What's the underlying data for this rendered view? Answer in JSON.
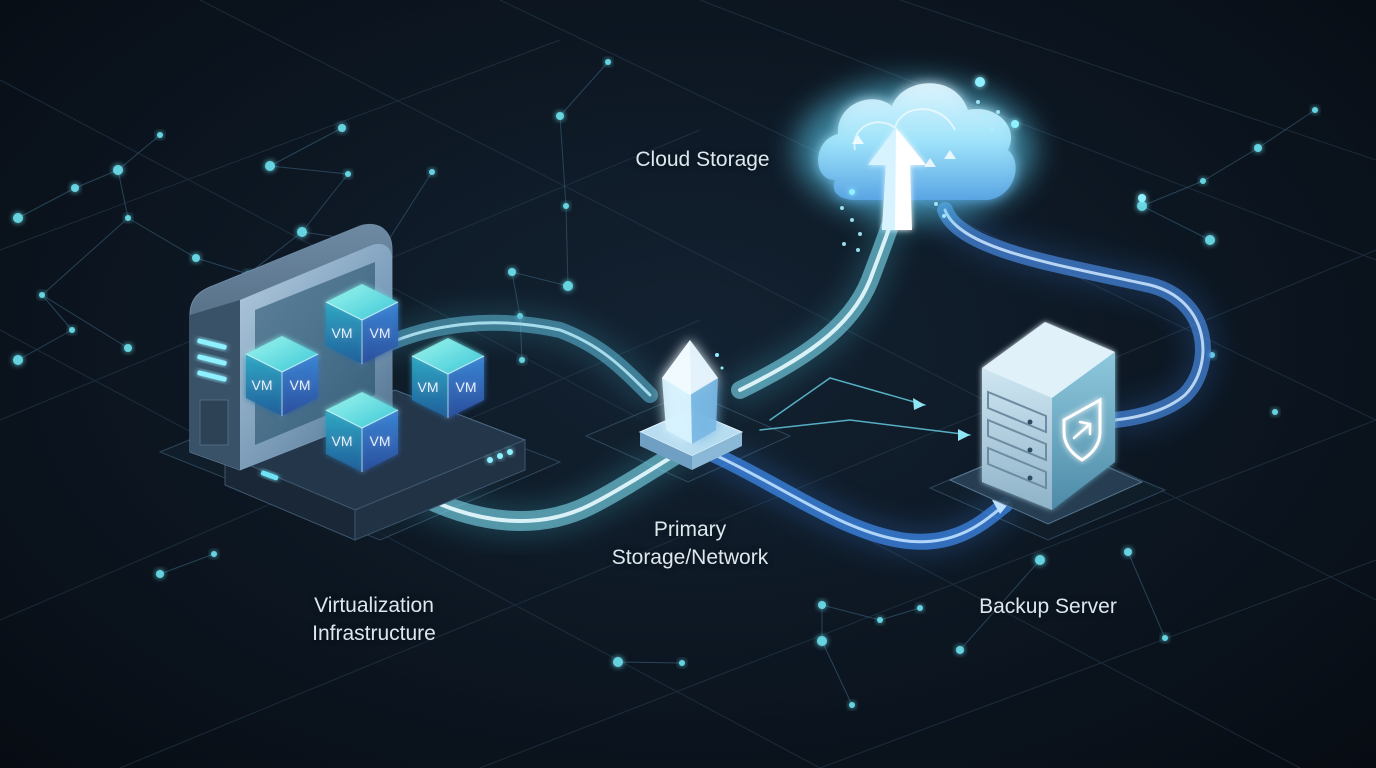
{
  "nodes": {
    "cloud": {
      "label": "Cloud Storage"
    },
    "primary": {
      "label_lines": [
        "Primary",
        "Storage/Network"
      ]
    },
    "virtualization": {
      "label_lines": [
        "Virtualization",
        "Infrastructure"
      ]
    },
    "backup": {
      "label": "Backup Server"
    }
  },
  "vm_tag": "VM",
  "colors": {
    "background": "#0c1621",
    "glow": "#5ee8f2",
    "flow": "#3f8cf0",
    "cloud": "#9fe4fb",
    "label": "#dde7ee"
  },
  "icons": {
    "cloud": "cloud-upload-icon",
    "primary": "crystal-prism-icon",
    "backup": "shield-arrow-icon",
    "virtualization": "server-rack-icon"
  }
}
